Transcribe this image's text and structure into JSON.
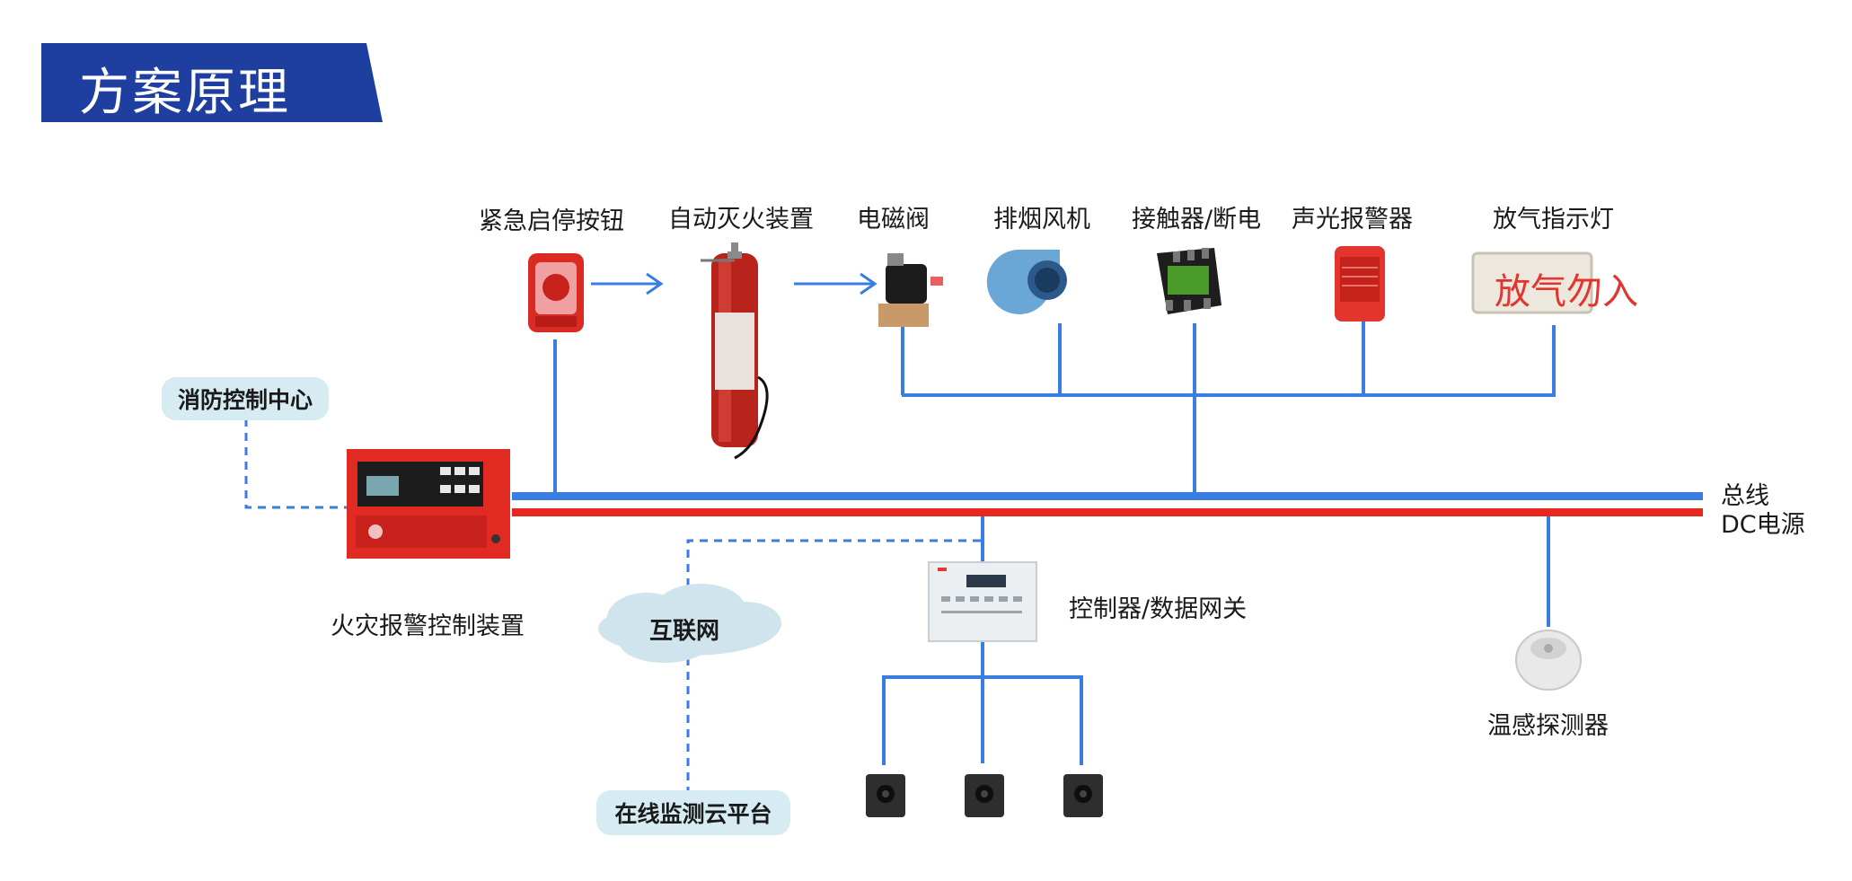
{
  "title": "方案原理",
  "colors": {
    "title_blue": "#1e3ea0",
    "bus_blue": "#3a7de0",
    "power_red": "#e8281e",
    "pill_bg": "#d6ebf2",
    "device_red": "#d92b24"
  },
  "devices_top": {
    "emergency_button": "紧急启停按钮",
    "auto_extinguisher": "自动灭火装置",
    "solenoid_valve": "电磁阀",
    "smoke_fan": "排烟风机",
    "contactor": "接触器/断电",
    "alarm": "声光报警器",
    "release_light": "放气指示灯",
    "release_light_text": "放气勿入"
  },
  "fire_center": "消防控制中心",
  "fire_alarm_controller": "火灾报警控制装置",
  "bus_label": "总线",
  "power_label": "DC电源",
  "internet": "互联网",
  "cloud_platform": "在线监测云平台",
  "gateway": "控制器/数据网关",
  "temp_detector": "温感探测器"
}
